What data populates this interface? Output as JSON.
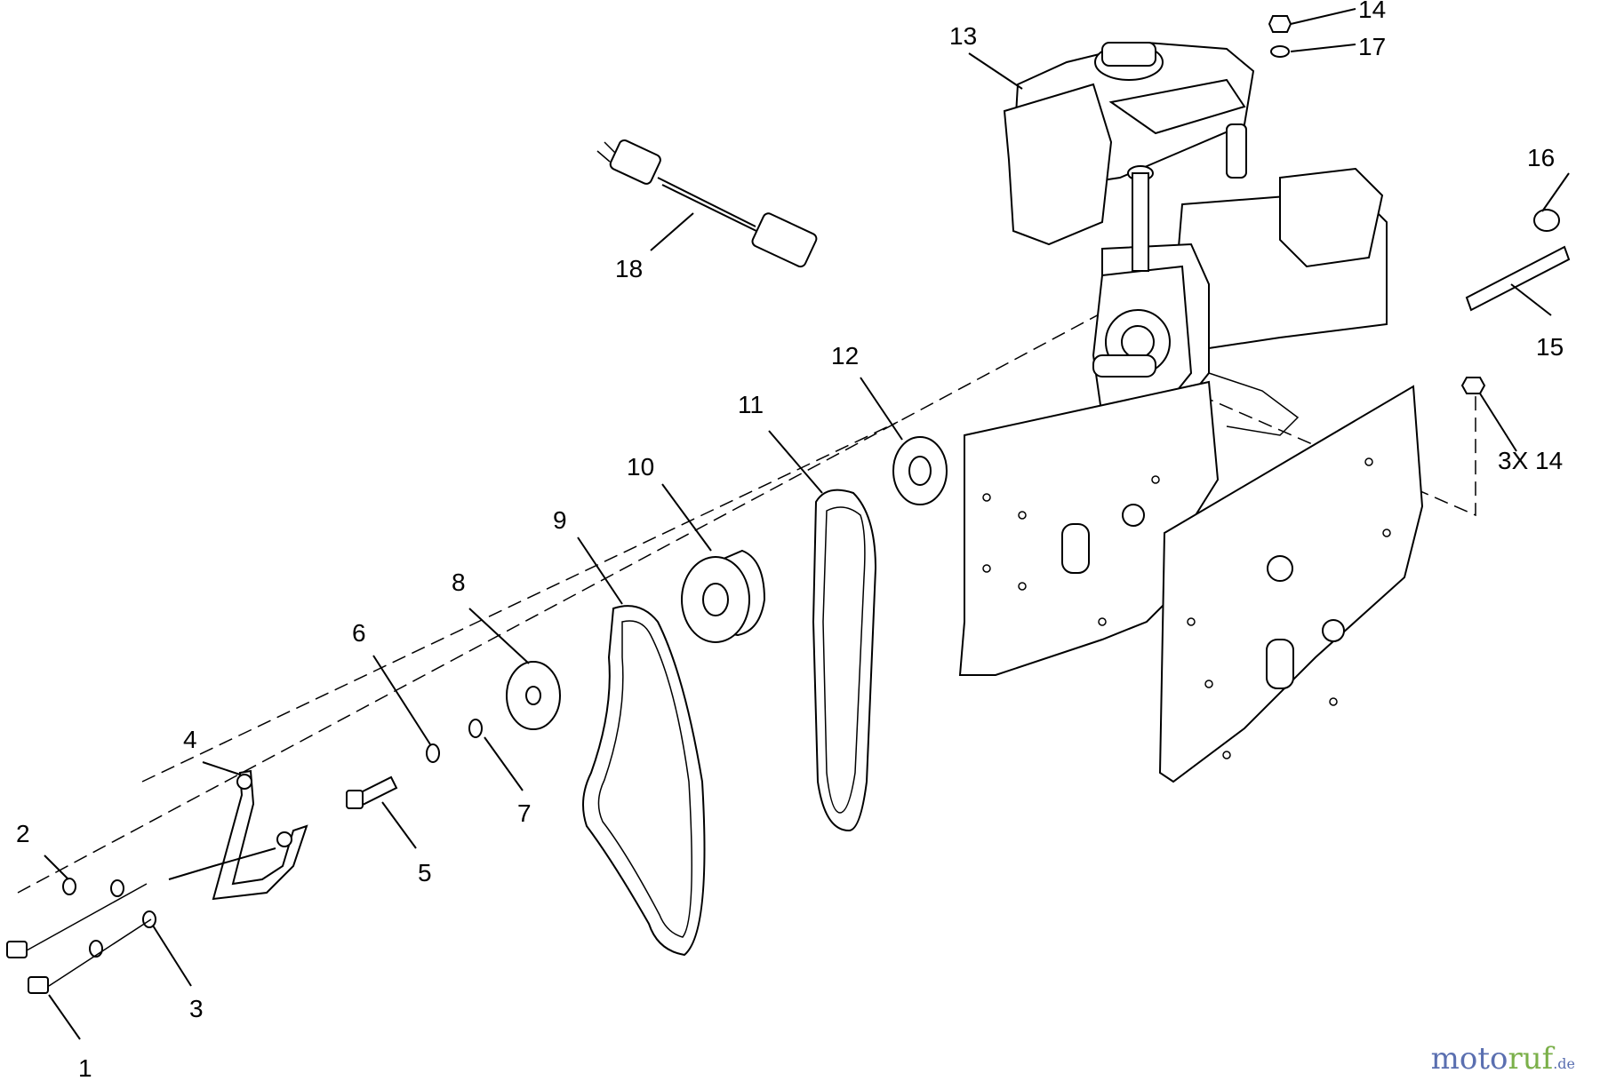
{
  "diagram": {
    "callouts": {
      "c1": "1",
      "c2": "2",
      "c3": "3",
      "c4": "4",
      "c5": "5",
      "c6": "6",
      "c7": "7",
      "c8": "8",
      "c9": "9",
      "c10": "10",
      "c11": "11",
      "c12": "12",
      "c13": "13",
      "c14": "14",
      "c15": "15",
      "c16": "16",
      "c17": "17",
      "c18": "18",
      "c3x14": "3X 14"
    }
  },
  "watermark": {
    "part1": "moto",
    "part2": "ruf",
    "part3": ".de"
  }
}
